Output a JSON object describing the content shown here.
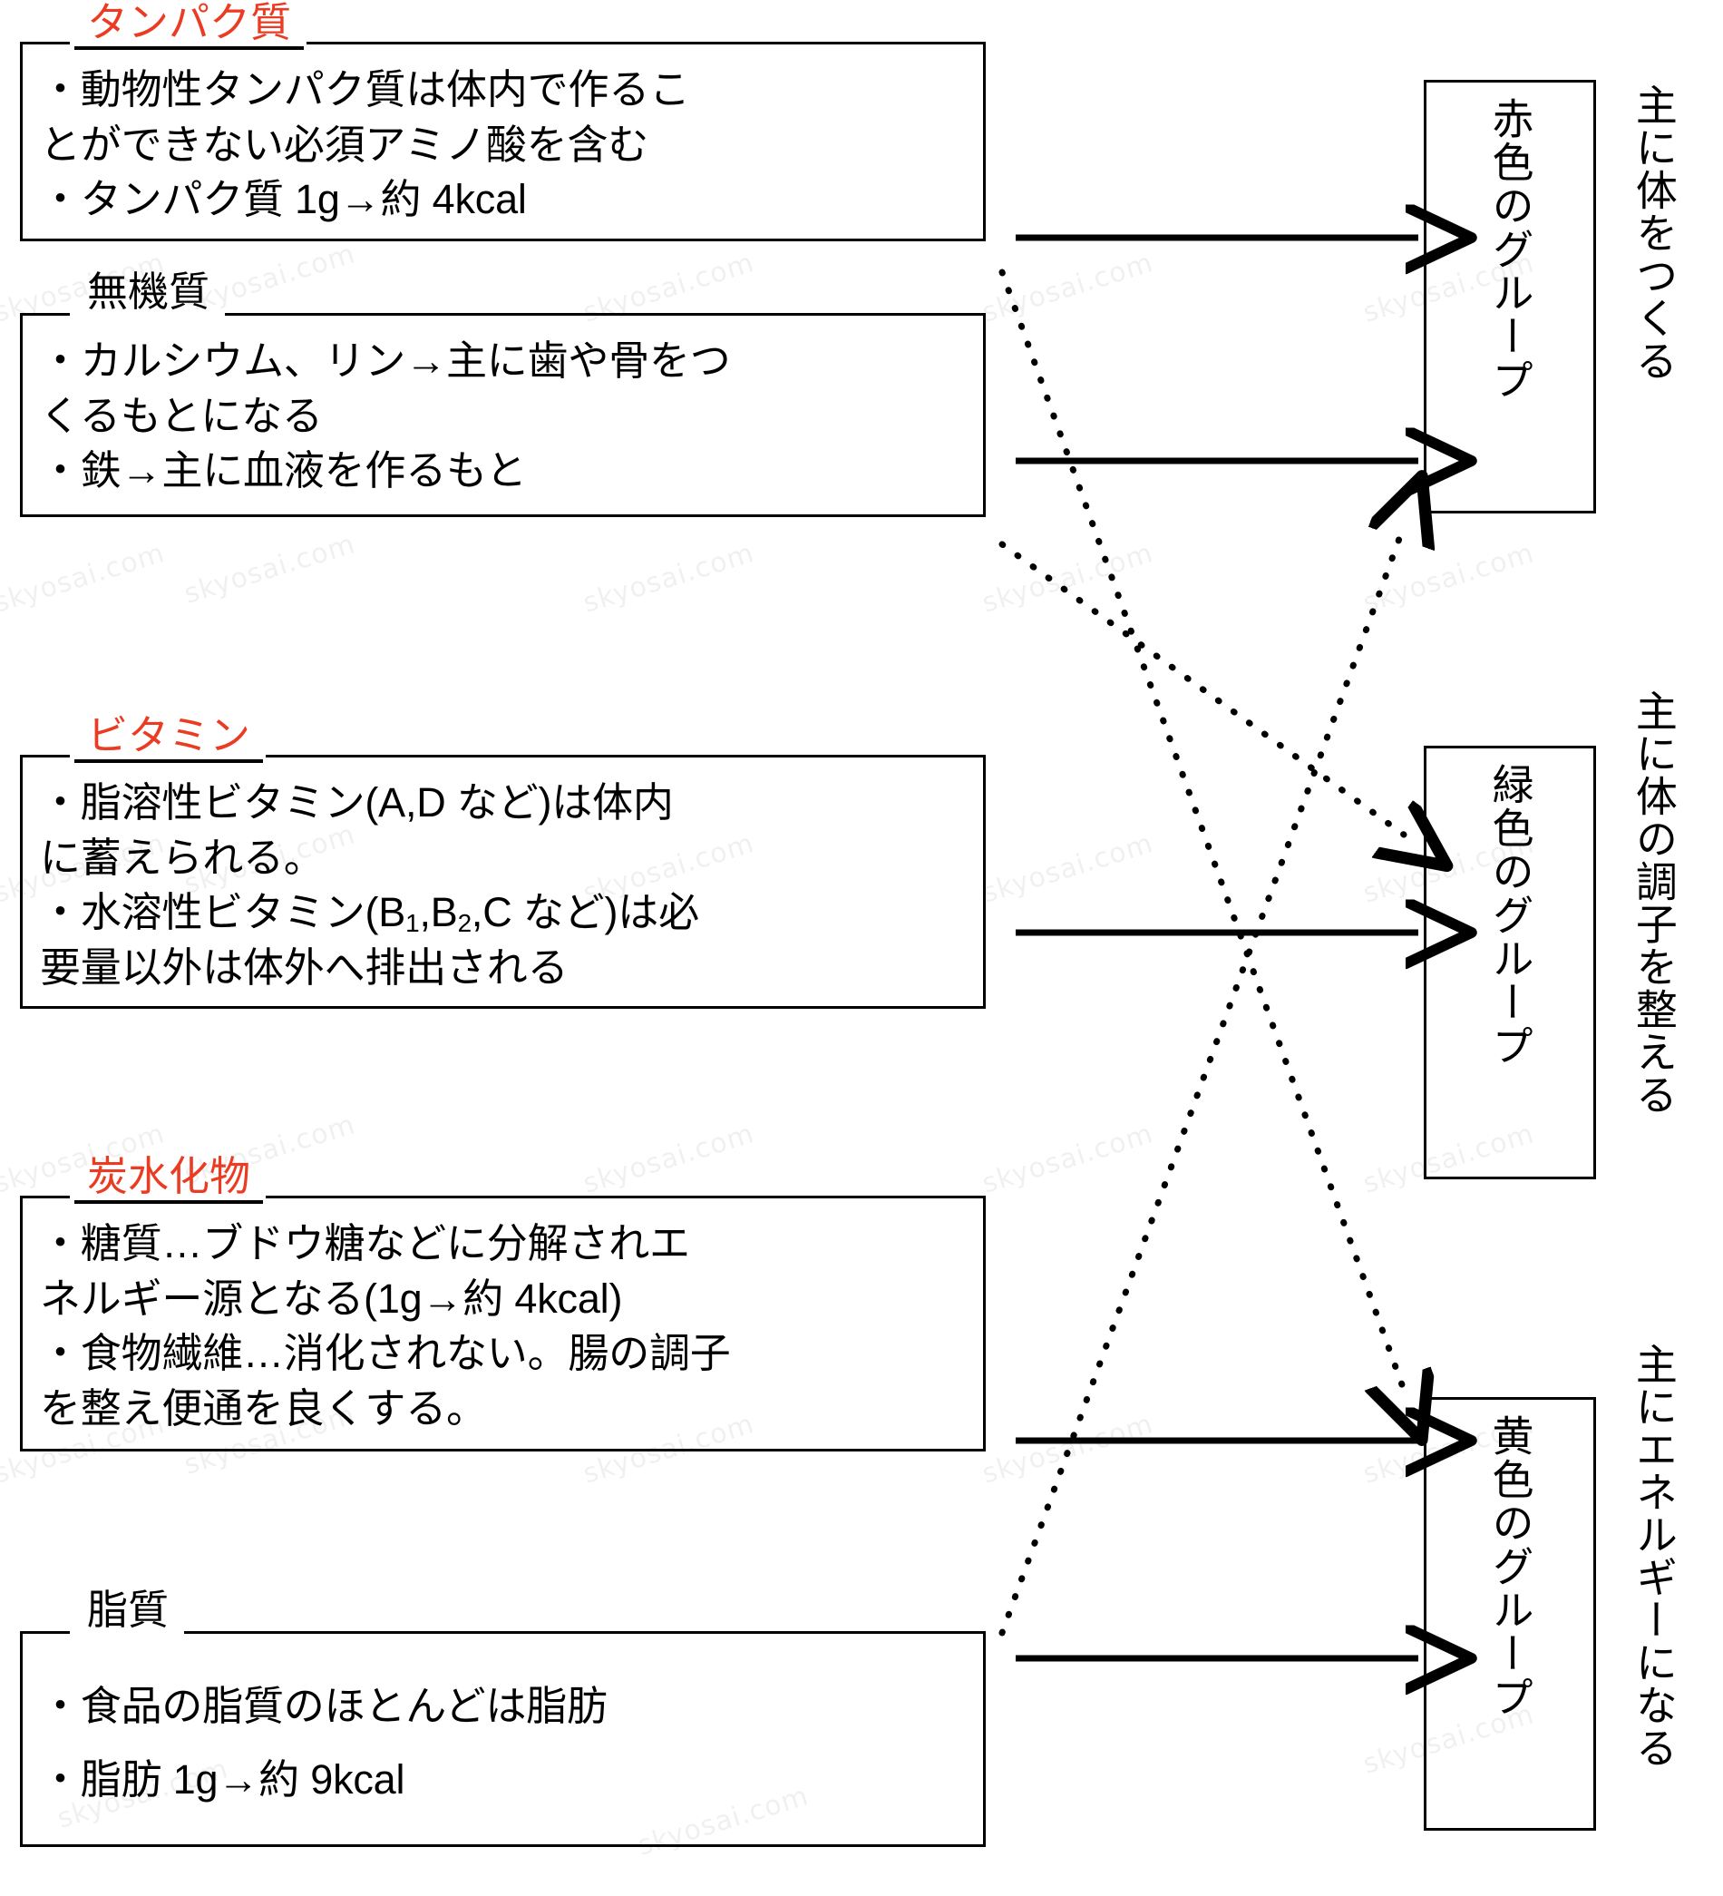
{
  "colors": {
    "accent_red": "#eb3b22",
    "line": "#000000",
    "background": "#ffffff"
  },
  "watermark": {
    "text": "skyosai.com"
  },
  "nutrients": [
    {
      "id": "protein",
      "header": "タンパク質",
      "header_color": "red",
      "header_underline": true,
      "lines": [
        "・動物性タンパク質は体内で作るこ",
        "とができない必須アミノ酸を含む",
        "・タンパク質 1g→約 4kcal"
      ]
    },
    {
      "id": "minerals",
      "header": "無機質",
      "header_color": "black",
      "header_underline": false,
      "lines": [
        "・カルシウム、リン→主に歯や骨をつ",
        "くるもとになる",
        "・鉄→主に血液を作るもと"
      ]
    },
    {
      "id": "vitamins",
      "header": "ビタミン",
      "header_color": "red",
      "header_underline": true,
      "lines": [
        "・脂溶性ビタミン(A,D など)は体内",
        "に蓄えられる。",
        "・水溶性ビタミン(B₁,B₂,C など)は必",
        "要量以外は体外へ排出される"
      ]
    },
    {
      "id": "carbohydrates",
      "header": "炭水化物",
      "header_color": "red",
      "header_underline": true,
      "lines": [
        "・糖質…ブドウ糖などに分解されエ",
        "ネルギー源となる(1g→約 4kcal)",
        "・食物繊維…消化されない。腸の調子",
        "を整え便通を良くする。"
      ]
    },
    {
      "id": "fats",
      "header": "脂質",
      "header_color": "black",
      "header_underline": false,
      "lines": [
        "・食品の脂質のほとんどは脂肪",
        "・脂肪 1g→約 9kcal"
      ]
    }
  ],
  "groups": [
    {
      "id": "red-group",
      "label": "赤色のグループ"
    },
    {
      "id": "green-group",
      "label": "緑色のグループ"
    },
    {
      "id": "yellow-group",
      "label": "黄色のグループ"
    }
  ],
  "functions": [
    {
      "id": "builds-body",
      "label": "主に体をつくる"
    },
    {
      "id": "regulates",
      "label": "主に体の調子を整える"
    },
    {
      "id": "energy",
      "label": "主にエネルギーになる"
    }
  ],
  "connections": [
    {
      "from": "protein",
      "to": "red-group",
      "style": "solid"
    },
    {
      "from": "minerals",
      "to": "red-group",
      "style": "solid"
    },
    {
      "from": "vitamins",
      "to": "green-group",
      "style": "solid"
    },
    {
      "from": "carbohydrates",
      "to": "yellow-group",
      "style": "solid"
    },
    {
      "from": "fats",
      "to": "yellow-group",
      "style": "solid"
    },
    {
      "from": "protein",
      "to": "yellow-group",
      "style": "dotted"
    },
    {
      "from": "minerals",
      "to": "green-group",
      "style": "dotted"
    },
    {
      "from": "fats",
      "to": "red-group",
      "style": "dotted"
    }
  ]
}
